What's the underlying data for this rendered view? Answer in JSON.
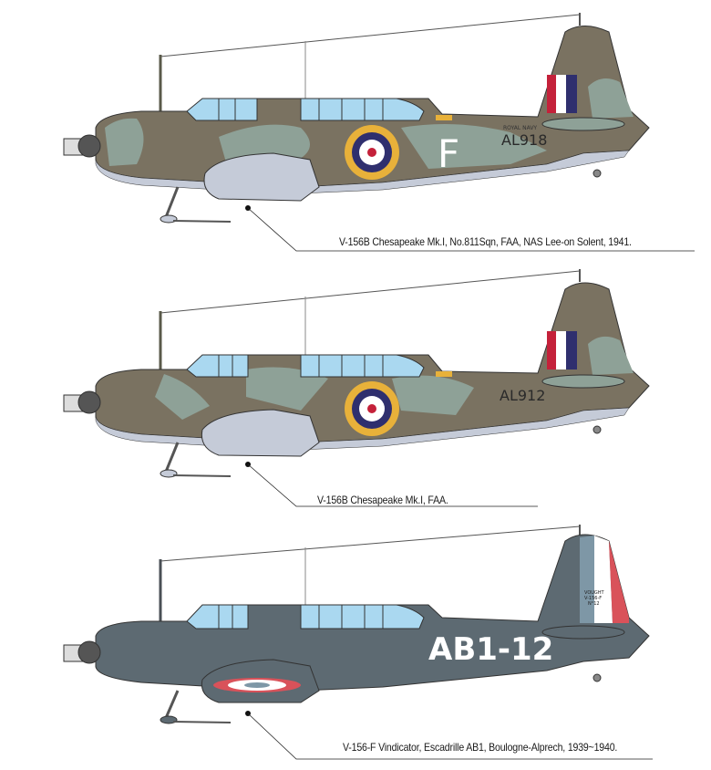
{
  "profiles": [
    {
      "id": "chesapeake-al918",
      "caption": "V-156B Chesapeake Mk.I, No.811Sqn, FAA, NAS Lee-on Solent, 1941.",
      "serial": "AL918",
      "serial_prefix": "ROYAL NAVY",
      "code_letter": "F",
      "roundel": "RAF Type A1 (yellow/blue/white/red)",
      "fin_flash": "red-white-blue",
      "camouflage": "dark slate grey / extra dark sea grey / sky underside",
      "colors": {
        "upper_brown": "#7a7261",
        "upper_green": "#8ea197",
        "underside": "#c5cbd8",
        "roundel_yellow": "#e8b13a",
        "roundel_blue": "#2f2f6e",
        "roundel_red": "#c4213a"
      }
    },
    {
      "id": "chesapeake-al912",
      "caption": "V-156B Chesapeake Mk.I, FAA.",
      "serial": "AL912",
      "roundel": "RAF Type A1 (yellow/blue/white/red)",
      "fin_flash": "red-white-blue",
      "colors": {
        "upper_brown": "#7a7261",
        "upper_green": "#8ea197",
        "underside": "#c5cbd8"
      }
    },
    {
      "id": "vindicator-ab1-12",
      "caption": "V-156-F Vindicator, Escadrille AB1, Boulogne-Alprech, 1939~1940.",
      "code": "AB1-12",
      "rudder_text": [
        "VOUGHT",
        "V-156-F",
        "N°12"
      ],
      "roundel": "French cocarde (blue/white/red)",
      "rudder_stripes": "blue-white-red",
      "colors": {
        "body": "#5d6a72",
        "rudder_blue": "#7e97a6",
        "rudder_red": "#d9525a"
      }
    }
  ]
}
